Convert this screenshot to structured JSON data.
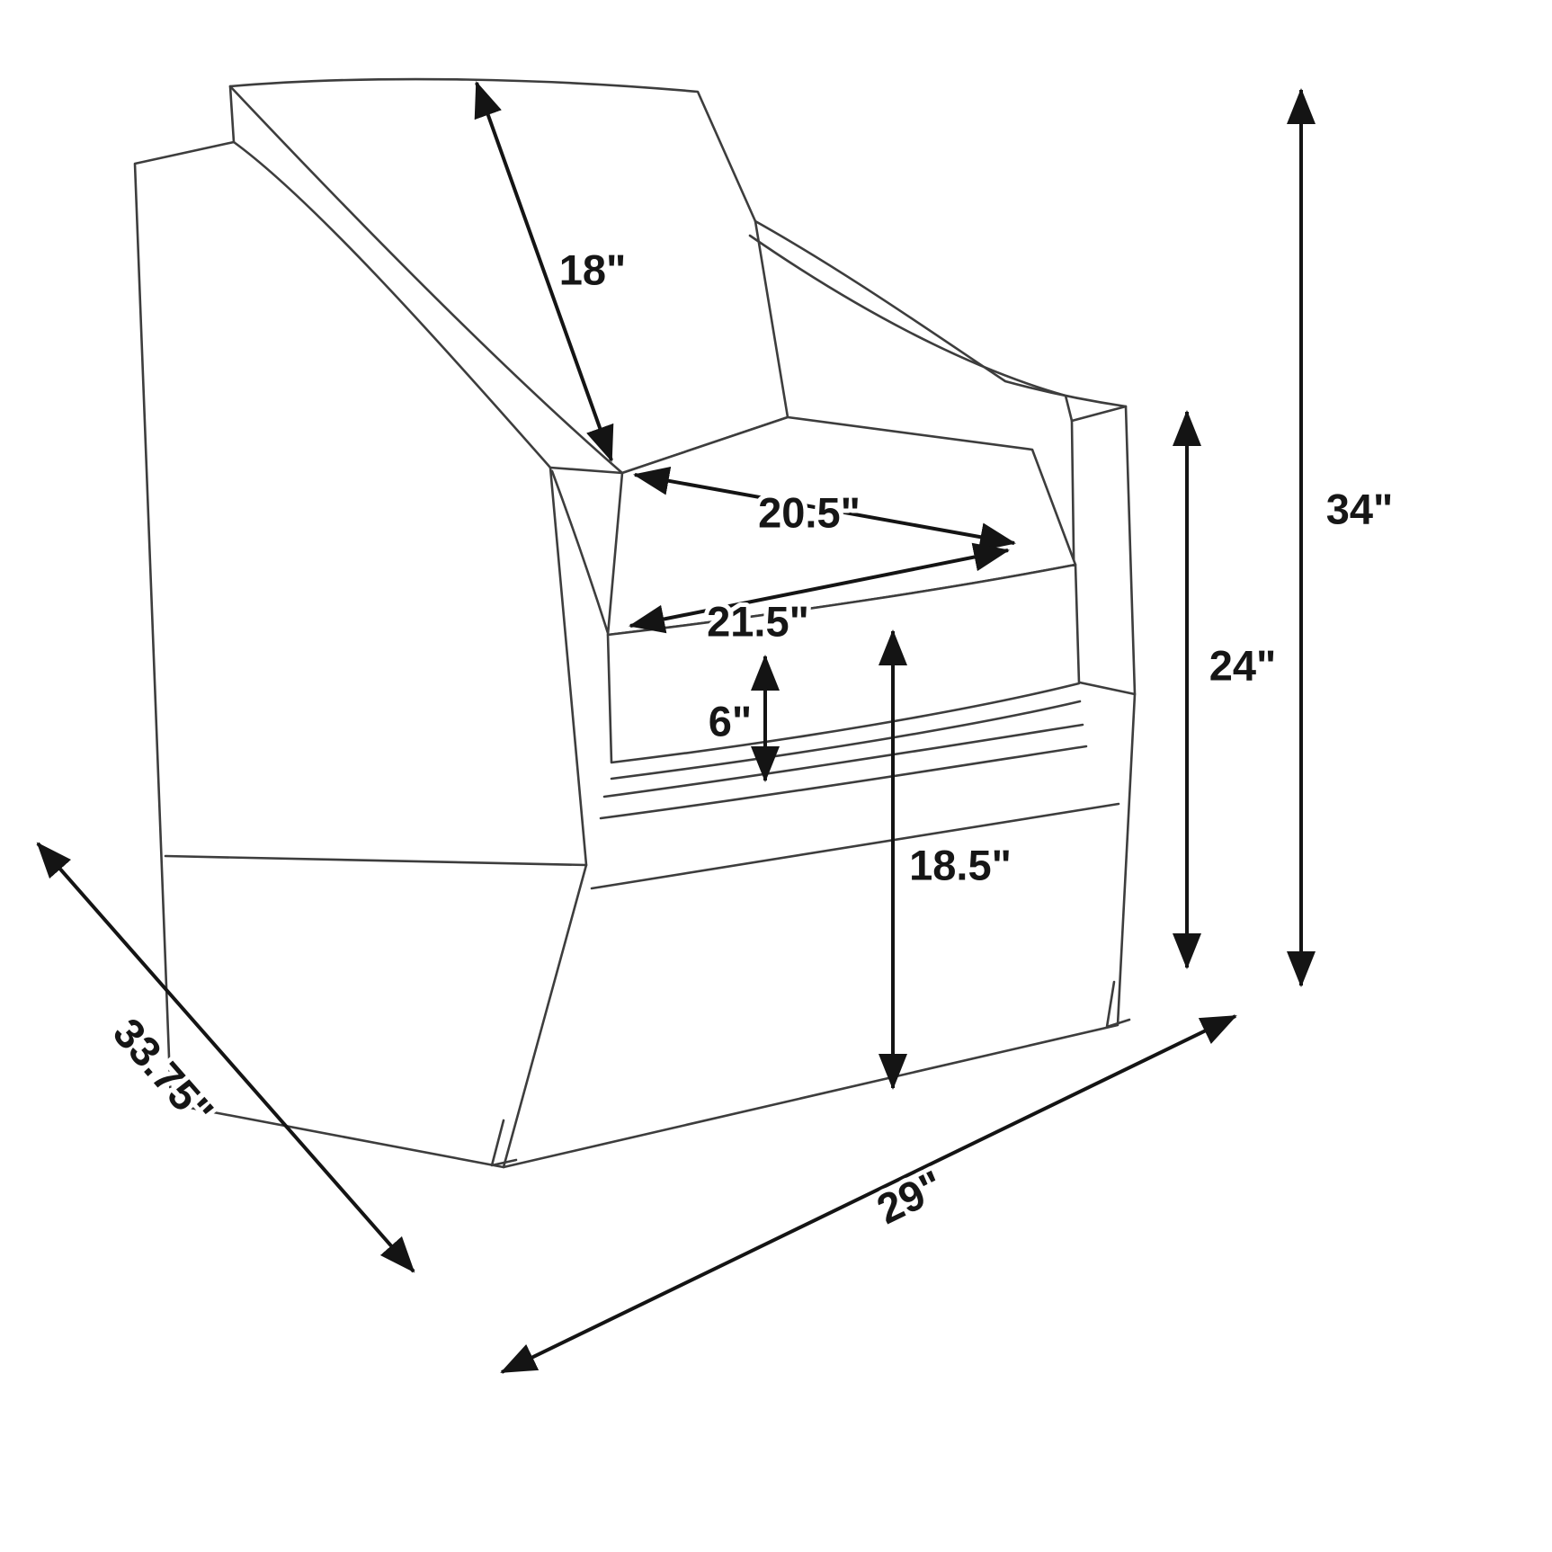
{
  "diagram": {
    "subject": "armchair line drawing with dimensions",
    "style": {
      "background": "#ffffff",
      "line_color": "#3d3d3d",
      "annotation_color": "#141414"
    }
  },
  "dimensions": {
    "back_length": "18\"",
    "seat_depth": "20.5\"",
    "seat_width": "21.5\"",
    "seat_cushion_thickness": "6\"",
    "seat_height": "18.5\"",
    "overall_height": "34\"",
    "arm_height": "24\"",
    "overall_depth": "33.75\"",
    "overall_width": "29\""
  }
}
